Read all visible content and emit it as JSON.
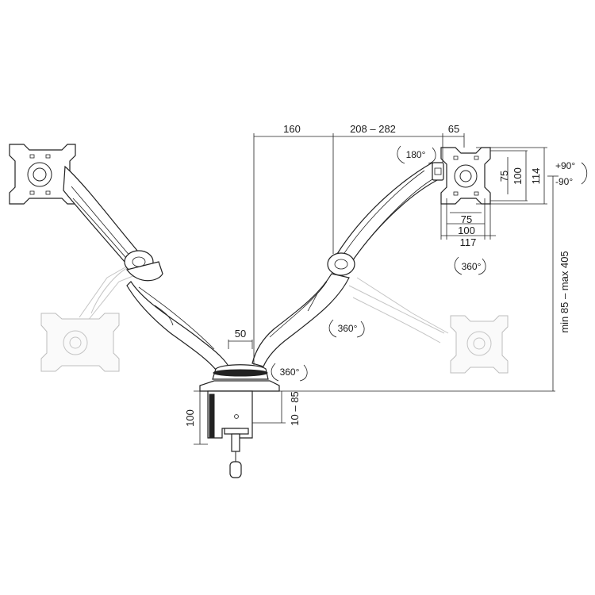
{
  "dimensions": {
    "d160": "160",
    "d208_282": "208 – 282",
    "d65": "65",
    "d75_v": "75",
    "d100_v": "100",
    "d114": "114",
    "d75_h": "75",
    "d100_h": "100",
    "d117": "117",
    "d50": "50",
    "d100_clamp": "100",
    "d10_85": "10 – 85",
    "height_range": "min 85 – max 405"
  },
  "rotations": {
    "r180": "180°",
    "r360_plate": "360°",
    "r360_arm": "360°",
    "r360_base": "360°",
    "tilt_up": "+90°",
    "tilt_down": "-90°"
  }
}
